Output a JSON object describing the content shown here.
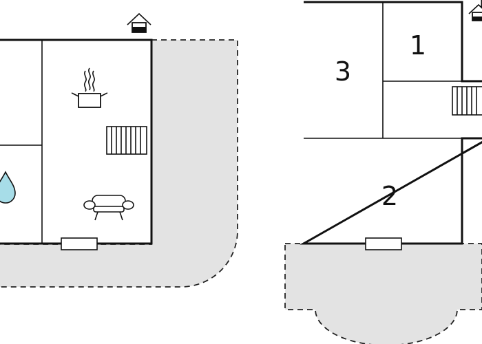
{
  "colors": {
    "wall": "#111111",
    "terrace_fill": "#e3e3e3",
    "room_fill": "#ffffff",
    "water_drop": "#a7dde8"
  },
  "icons": [
    "entrance-icon",
    "cooking-pot-icon",
    "stairs-icon",
    "water-drop-icon",
    "armchair-icon",
    "window-icon"
  ],
  "floor_upper": {
    "rooms": [
      {
        "id": "room-1",
        "label": "1"
      },
      {
        "id": "room-2",
        "label": "2"
      },
      {
        "id": "room-3",
        "label": "3"
      }
    ]
  }
}
